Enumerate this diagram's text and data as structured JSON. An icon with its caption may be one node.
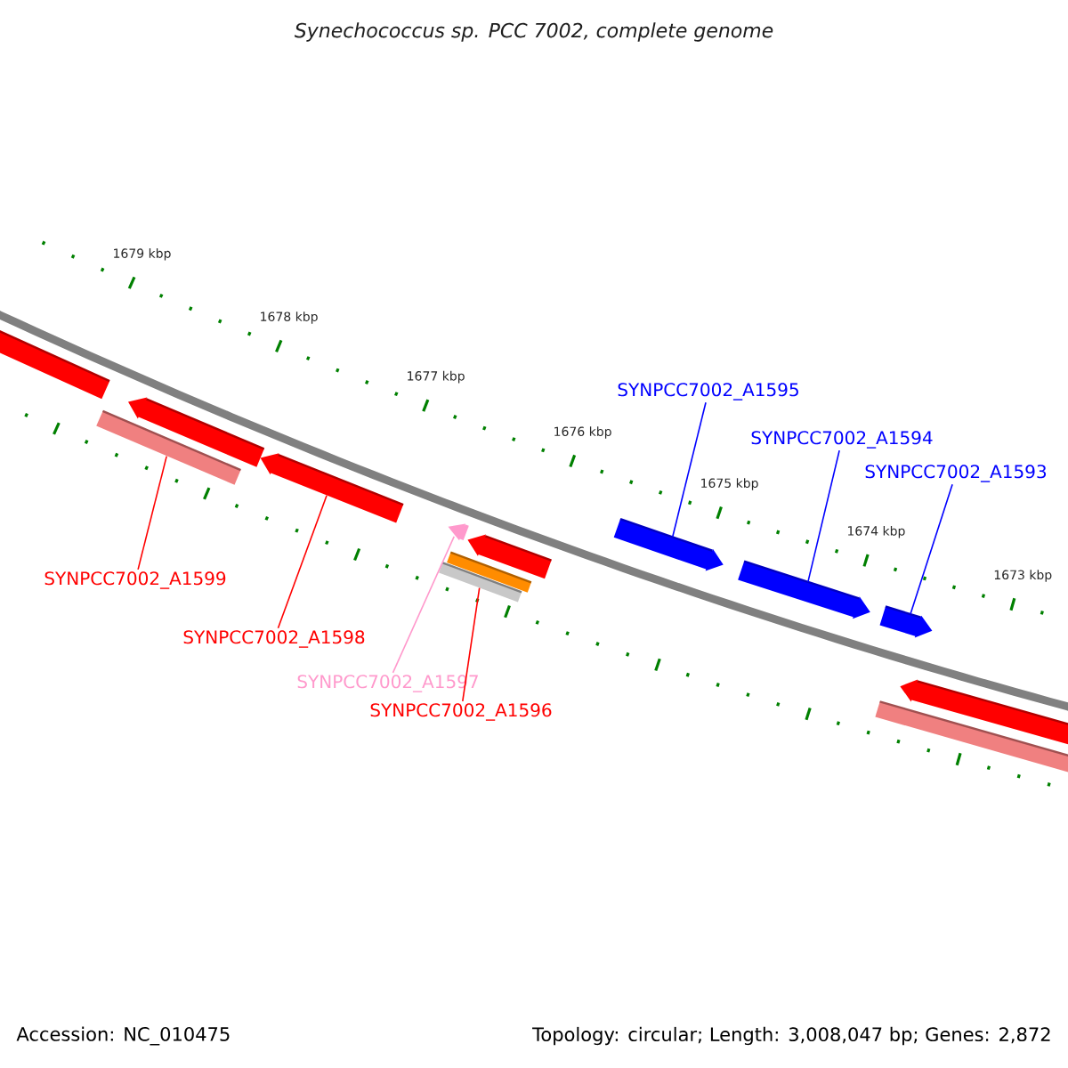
{
  "diagram": {
    "title": "Synechococcus sp. PCC 7002, complete genome",
    "nodes": [
      {
        "text": [
          "SYNPCC7002_A1595"
        ]
      },
      {
        "text": [
          "SYNPCC7002_A1594"
        ]
      },
      {
        "text": [
          "SYNPCC7002_A1593"
        ]
      },
      {
        "text": [
          "SYNPCC7002_A1599"
        ]
      },
      {
        "text": [
          "SYNPCC7002_A1598"
        ]
      },
      {
        "text": [
          "SYNPCC7002_A1597"
        ]
      },
      {
        "text": [
          "SYNPCC7002_A1596"
        ]
      },
      {
        "text": [],
        "shape": "arrow"
      },
      {
        "text": [],
        "shape": "bar"
      },
      {
        "text": [],
        "shape": "arrow"
      },
      {
        "text": [],
        "shape": "arrow"
      },
      {
        "text": [],
        "shape": "arrow"
      },
      {
        "text": [],
        "shape": "bar"
      },
      {
        "text": [],
        "shape": "bar"
      },
      {
        "text": [],
        "shape": "arrow"
      },
      {
        "text": [],
        "shape": "arrow"
      },
      {
        "text": [],
        "shape": "arrow"
      },
      {
        "text": [],
        "shape": "arrow"
      },
      {
        "text": [],
        "shape": "bar"
      },
      {
        "text": [],
        "shape": "arrow"
      }
    ],
    "edges": [
      {
        "from": 0,
        "to": 15,
        "arrow": "none",
        "color": "#0000ff"
      },
      {
        "from": 1,
        "to": 16,
        "arrow": "none",
        "color": "#0000ff"
      },
      {
        "from": 2,
        "to": 17,
        "arrow": "none",
        "color": "#0000ff"
      },
      {
        "from": 3,
        "to": 8,
        "arrow": "none",
        "color": "#ff0000"
      },
      {
        "from": 4,
        "to": 10,
        "arrow": "none",
        "color": "#ff0000"
      },
      {
        "from": 5,
        "to": 11,
        "arrow": "none",
        "color": "#ff99cc"
      },
      {
        "from": 6,
        "to": 12,
        "arrow": "none",
        "color": "#ff0000"
      }
    ],
    "labels": [
      "1679 kbp",
      "1678 kbp",
      "1677 kbp",
      "1676 kbp",
      "1675 kbp",
      "1674 kbp",
      "1673 kbp",
      "Accession: NC_010475",
      "Topology: circular; Length: 3,008,047 bp; Genes: 2,872"
    ]
  }
}
